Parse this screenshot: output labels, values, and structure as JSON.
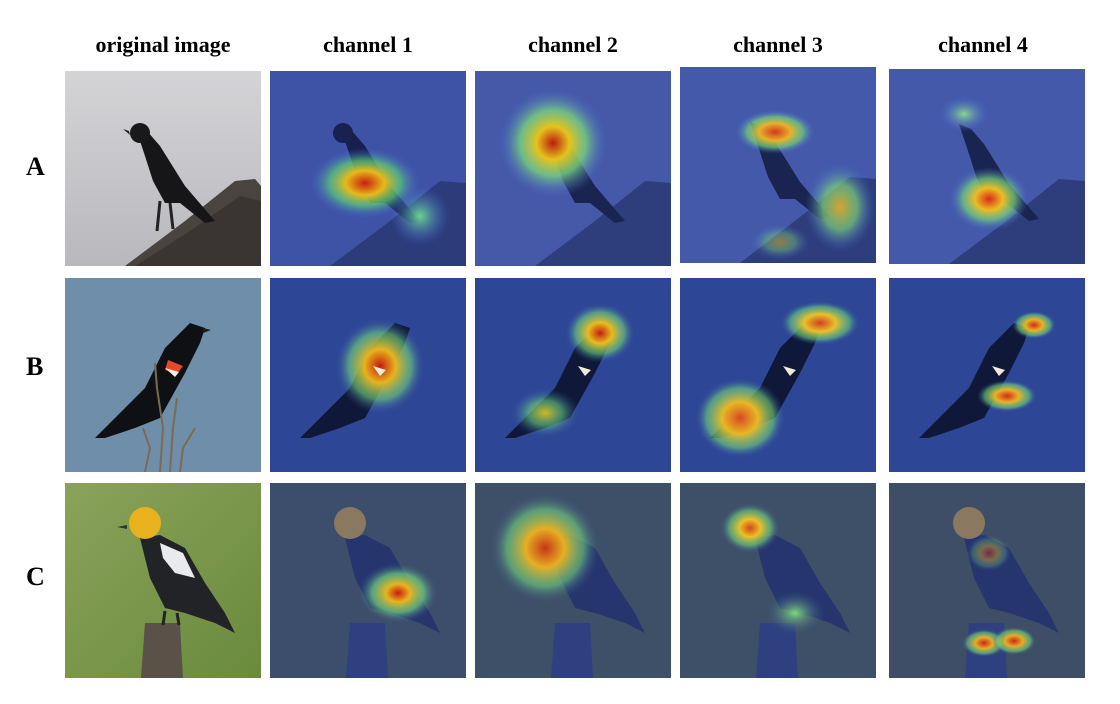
{
  "columns": [
    "original image",
    "channel 1",
    "channel 2",
    "channel 3",
    "channel 4"
  ],
  "rows": [
    "A",
    "B",
    "C"
  ]
}
